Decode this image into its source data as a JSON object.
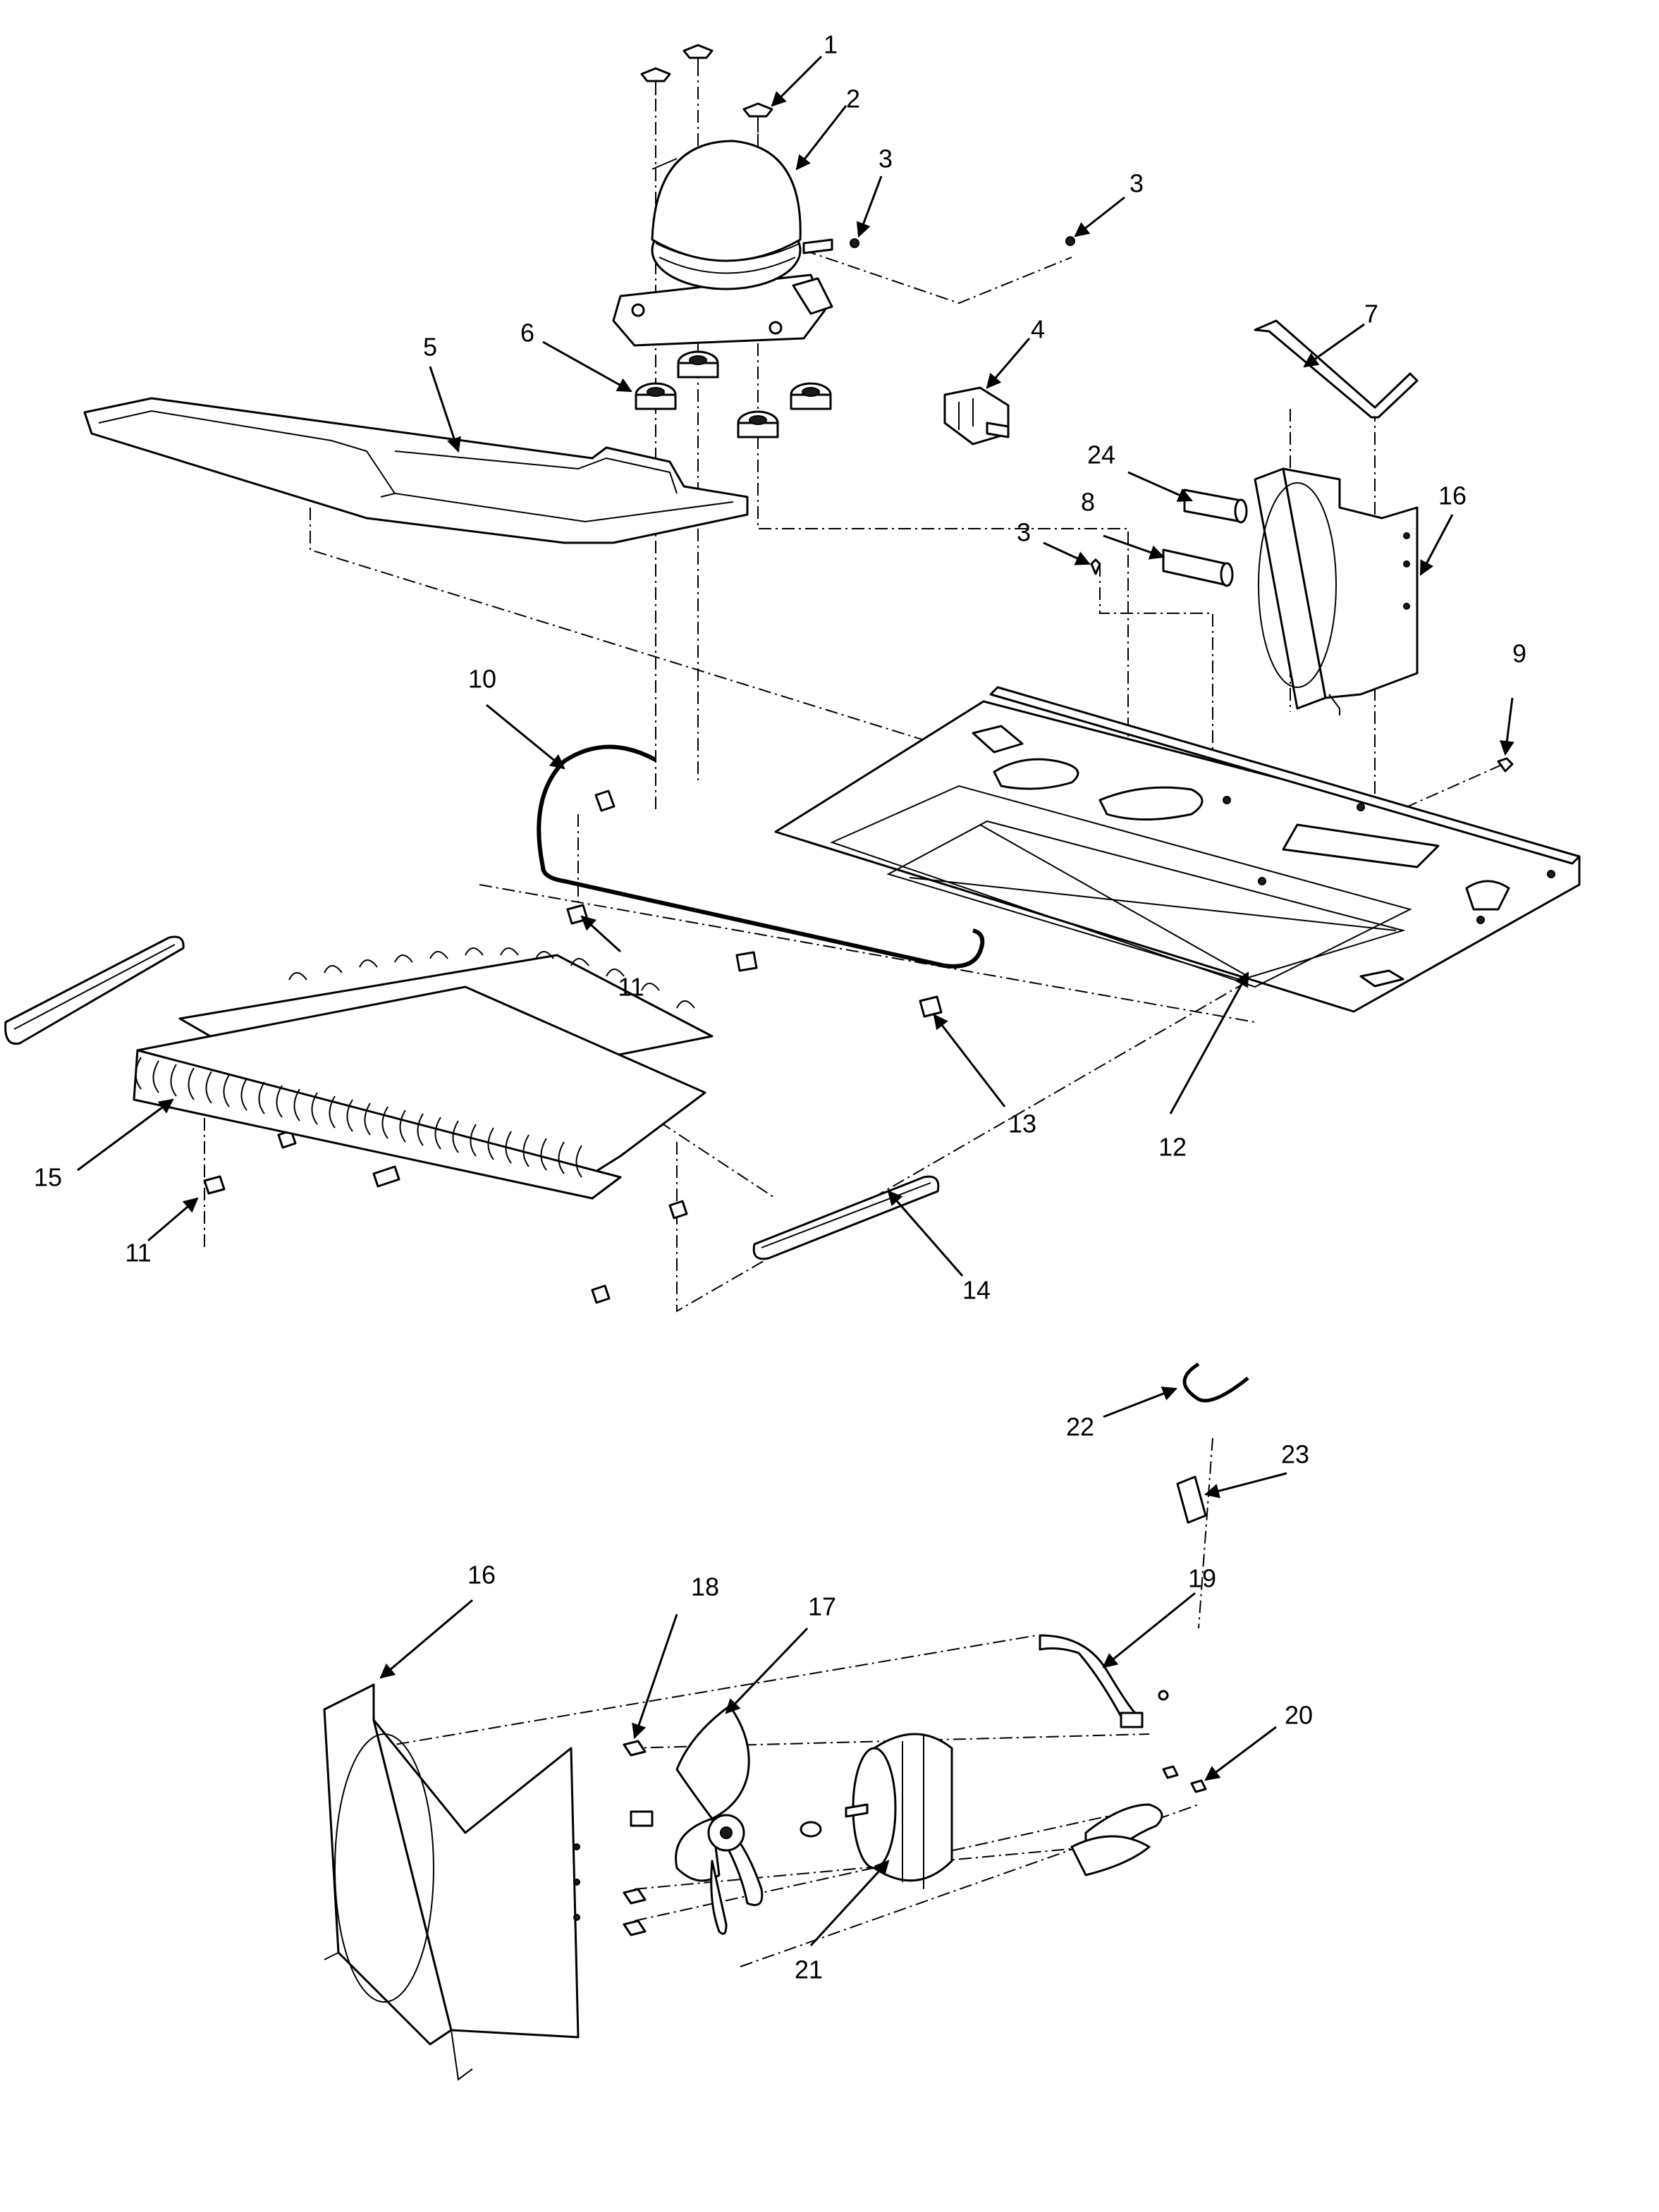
{
  "callouts": [
    {
      "id": "c1",
      "label": "1"
    },
    {
      "id": "c2",
      "label": "2"
    },
    {
      "id": "c3a",
      "label": "3"
    },
    {
      "id": "c3b",
      "label": "3"
    },
    {
      "id": "c3c",
      "label": "3"
    },
    {
      "id": "c4",
      "label": "4"
    },
    {
      "id": "c5",
      "label": "5"
    },
    {
      "id": "c6",
      "label": "6"
    },
    {
      "id": "c7",
      "label": "7"
    },
    {
      "id": "c8",
      "label": "8"
    },
    {
      "id": "c9",
      "label": "9"
    },
    {
      "id": "c10",
      "label": "10"
    },
    {
      "id": "c11a",
      "label": "11"
    },
    {
      "id": "c11b",
      "label": "11"
    },
    {
      "id": "c12",
      "label": "12"
    },
    {
      "id": "c13",
      "label": "13"
    },
    {
      "id": "c14",
      "label": "14"
    },
    {
      "id": "c15",
      "label": "15"
    },
    {
      "id": "c16a",
      "label": "16"
    },
    {
      "id": "c16b",
      "label": "16"
    },
    {
      "id": "c17",
      "label": "17"
    },
    {
      "id": "c18",
      "label": "18"
    },
    {
      "id": "c19",
      "label": "19"
    },
    {
      "id": "c20",
      "label": "20"
    },
    {
      "id": "c21",
      "label": "21"
    },
    {
      "id": "c22",
      "label": "22"
    },
    {
      "id": "c23",
      "label": "23"
    },
    {
      "id": "c24",
      "label": "24"
    }
  ]
}
